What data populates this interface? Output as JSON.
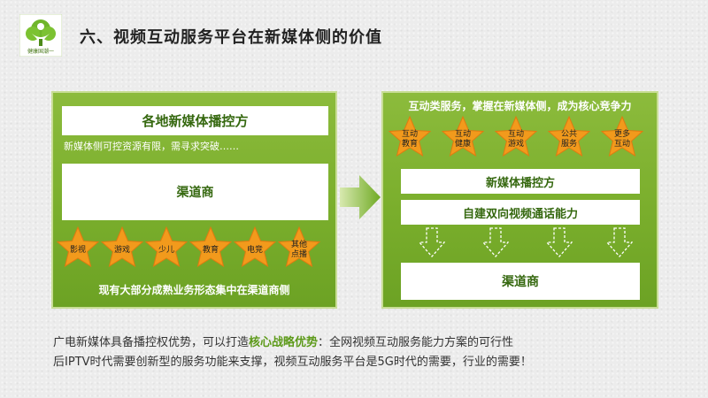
{
  "header": {
    "logo_text": "健康国潮一",
    "title": "六、视频互动服务平台在新媒体侧的价值"
  },
  "left_panel": {
    "head": "各地新媒体播控方",
    "note": "新媒体侧可控资源有限，需寻求突破……",
    "channel": "渠道商",
    "stars": [
      "影视",
      "游戏",
      "少儿",
      "教育",
      "电竞",
      "其他\n点播"
    ],
    "caption": "现有大部分成熟业务形态集中在渠道商侧"
  },
  "right_panel": {
    "caption": "互动类服务，掌握在新媒体侧，成为核心竞争力",
    "stars": [
      "互动\n教育",
      "互动\n健康",
      "互动\n游戏",
      "公共\n服务",
      "更多\n互动"
    ],
    "platform": "新媒体播控方",
    "capability": "自建双向视频通话能力",
    "channel": "渠道商"
  },
  "body": {
    "line1_pre": "广电新媒体具备播控权优势，可以打造",
    "line1_hl": "核心战略优势",
    "line1_post": "：全网视频互动服务能力方案的可行性",
    "line2": "后IPTV时代需要创新型的服务功能来支撑，视频互动服务平台是5G时代的需要，行业的需要！"
  },
  "colors": {
    "panel_green": "#7aae2c",
    "star_orange": "#f29a1c",
    "highlight": "#5d9a1a"
  }
}
